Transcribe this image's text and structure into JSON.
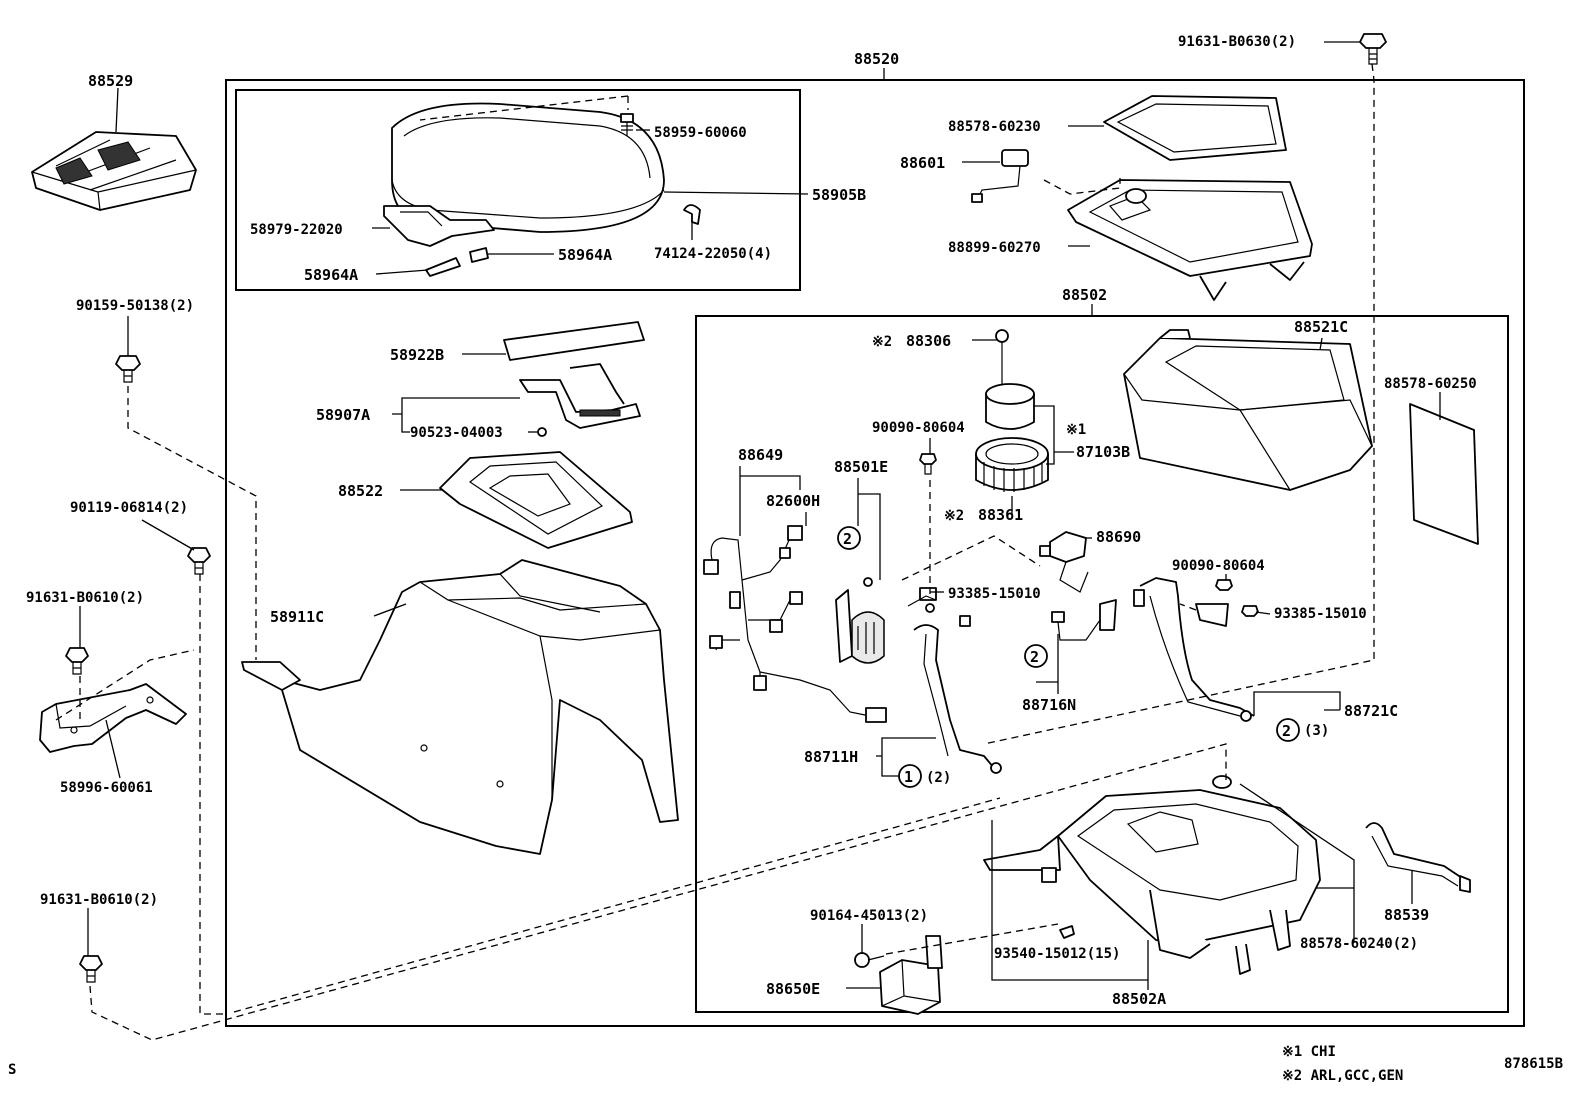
{
  "labels": {
    "p88529": "88529",
    "p88520": "88520",
    "p91631_b0630": "91631-B0630(2)",
    "p58959": "58959-60060",
    "p58905b": "58905B",
    "p58979": "58979-22020",
    "p58964a_1": "58964A",
    "p58964a_2": "58964A",
    "p74124": "74124-22050(4)",
    "p88578_60230": "88578-60230",
    "p88601": "88601",
    "p88899": "88899-60270",
    "p90159": "90159-50138(2)",
    "p88502": "88502",
    "p58922b": "58922B",
    "p58907a": "58907A",
    "p90523": "90523-04003",
    "p88306": "88306",
    "p88521c": "88521C",
    "p88578_60250": "88578-60250",
    "p90090_a": "90090-80604",
    "p87103b": "87103B",
    "p88522": "88522",
    "p88649": "88649",
    "p88501e": "88501E",
    "p82600h": "82600H",
    "p88361": "88361",
    "p90119": "90119-06814(2)",
    "p88690": "88690",
    "p90090_b": "90090-80604",
    "p91631_b0610_a": "91631-B0610(2)",
    "p93385_a": "93385-15010",
    "p93385_b": "93385-15010",
    "p58911c": "58911C",
    "p88716n": "88716N",
    "p88721c": "88721C",
    "p58996": "58996-60061",
    "p88711h": "88711H",
    "p91631_b0610_b": "91631-B0610(2)",
    "p88539": "88539",
    "p90164": "90164-45013(2)",
    "p88578_60240": "88578-60240(2)",
    "p93540": "93540-15012(15)",
    "p88650e": "88650E",
    "p88502a": "88502A"
  },
  "marks": {
    "ref1": "※1",
    "ref2a": "※2",
    "ref2b": "※2",
    "circle2a": "2",
    "circle2b": "2",
    "circle2c": "2",
    "circle1": "1",
    "qty2": "(2)",
    "qty3": "(3)",
    "corner": "S"
  },
  "notes": {
    "note1": "※1 CHI",
    "note2": "※2 ARL,GCC,GEN"
  },
  "diagram_id": "878615B"
}
